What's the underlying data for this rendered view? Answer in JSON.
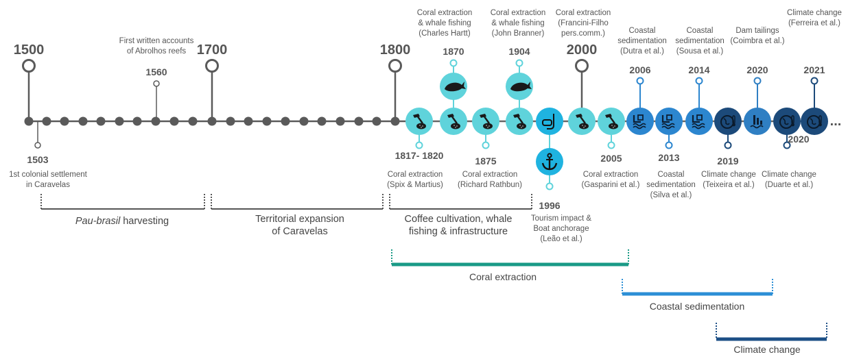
{
  "colors": {
    "gray": "#5a5a5a",
    "coral": "#5fd3db",
    "coral_dark_outline": "#5fd3db",
    "tourism": "#1fb3e0",
    "sediment": "#2c86cf",
    "dam": "#2f7fc3",
    "climate": "#1c4a7a",
    "coral_bar": "#1a9a86",
    "sediment_bar": "#2c8fd6",
    "climate_bar": "#1c4f86"
  },
  "centuries": [
    {
      "year": "1500"
    },
    {
      "year": "1700"
    },
    {
      "year": "1800"
    },
    {
      "year": "2000"
    }
  ],
  "gray_events": [
    {
      "year": "1560",
      "label": [
        "First written accounts",
        "of Abrolhos reefs"
      ]
    },
    {
      "year": "1503",
      "label": [
        "1st colonial settlement",
        "in Caravelas"
      ]
    }
  ],
  "icon_events": [
    {
      "year": "1817- 1820",
      "icon": "hammer-coral-icon",
      "label": [
        "Coral extraction",
        "(Spix & Martius)"
      ]
    },
    {
      "year": "1870",
      "icon": "whale-icon",
      "label": [
        "Coral extraction",
        "& whale fishing",
        "(Charles Hartt)"
      ]
    },
    {
      "year": "1875",
      "icon": "hammer-coral-icon",
      "label": [
        "Coral extraction",
        "(Richard Rathbun)"
      ]
    },
    {
      "year": "1904",
      "icon": "whale-icon",
      "label": [
        "Coral extraction",
        "& whale fishing",
        "(John Branner)"
      ]
    },
    {
      "year": "1996",
      "icon": "anchor-icon",
      "label": [
        "Tourism impact &",
        "Boat anchorage",
        "(Leão et al.)"
      ]
    },
    {
      "year": "",
      "icon": "hammer-coral-icon",
      "label": [
        "Coral extraction",
        "(Francini-Filho",
        "pers.comm.)"
      ]
    },
    {
      "year": "2005",
      "icon": "hammer-coral-icon",
      "label": [
        "Coral extraction",
        "(Gasparini et al.)"
      ]
    },
    {
      "year": "2006",
      "icon": "sediment-icon",
      "label": [
        "Coastal",
        "sedimentation",
        "(Dutra et al.)"
      ]
    },
    {
      "year": "2013",
      "icon": "sediment-icon",
      "label": [
        "Coastal",
        "sedimentation",
        "(Silva et al.)"
      ]
    },
    {
      "year": "2014",
      "icon": "sediment-icon",
      "label": [
        "Coastal",
        "sedimentation",
        "(Sousa et al.)"
      ]
    },
    {
      "year": "2019",
      "icon": "climate-icon",
      "label": [
        "Climate change",
        "(Teixeira et al.)"
      ]
    },
    {
      "year": "2020",
      "icon": "dam-icon",
      "label": [
        "Dam tailings",
        "(Coimbra et al.)"
      ]
    },
    {
      "year": "2020",
      "icon": "climate-icon",
      "label": [
        "Climate change",
        "(Duarte et al.)"
      ]
    },
    {
      "year": "2021",
      "icon": "climate-icon",
      "label": [
        "Climate change",
        "(Ferreira et al.)"
      ]
    }
  ],
  "periods": [
    {
      "label_italic": "Pau-brasil",
      "label": " harvesting"
    },
    {
      "label": [
        "Territorial expansion",
        "of Caravelas"
      ]
    },
    {
      "label": [
        "Coffee cultivation, whale",
        "fishing & infrastructure"
      ]
    }
  ],
  "phases": [
    {
      "label": "Coral extraction"
    },
    {
      "label": "Coastal sedimentation"
    },
    {
      "label": "Climate change"
    }
  ],
  "continuation": "..."
}
